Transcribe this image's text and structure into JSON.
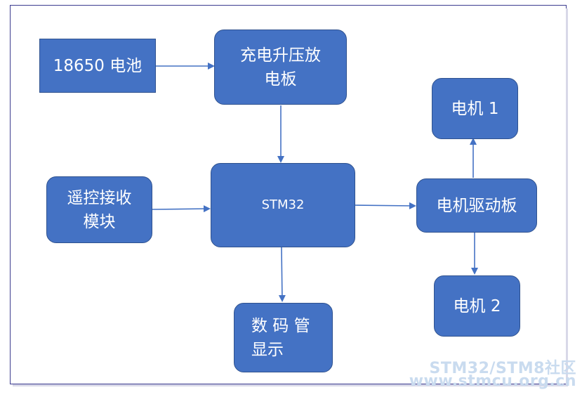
{
  "nodes": {
    "battery": "18650 电池",
    "charger_line1": "充电升压放",
    "charger_line2": "电板",
    "stm32": "STM32",
    "remote_line1": "遥控接收",
    "remote_line2": "模块",
    "display_line1": "数 码 管",
    "display_line2": "显示",
    "motor_driver": "电机驱动板",
    "motor1": "电机 1",
    "motor2": "电机 2"
  },
  "watermark": {
    "line1": "STM32/STM8社区",
    "line2": "www.stmcu.org.cn"
  },
  "colors": {
    "node_fill": "#4472c4",
    "node_border": "#2f528f",
    "arrow": "#4472c4",
    "watermark": "#c9dbef"
  }
}
